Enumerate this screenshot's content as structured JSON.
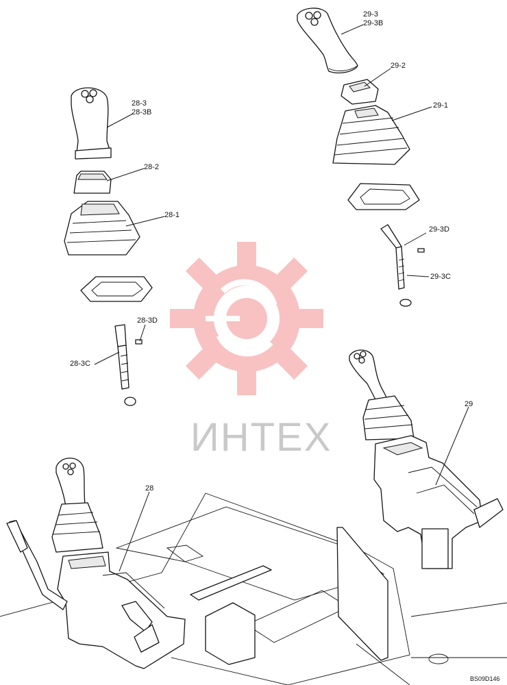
{
  "watermark": {
    "text": "ИНТЕХ",
    "color": "#f07a7a"
  },
  "drawing_code": "BS09D146",
  "callouts": {
    "c29_3": "29-3",
    "c29_3B": "29-3B",
    "c29_2": "29-2",
    "c29_1": "29-1",
    "c29_3D": "29-3D",
    "c29_3C": "29-3C",
    "c29": "29",
    "c28_3": "28-3",
    "c28_3B": "28-3B",
    "c28_2": "28-2",
    "c28_1": "28-1",
    "c28_3D": "28-3D",
    "c28_3C": "28-3C",
    "c28": "28"
  }
}
